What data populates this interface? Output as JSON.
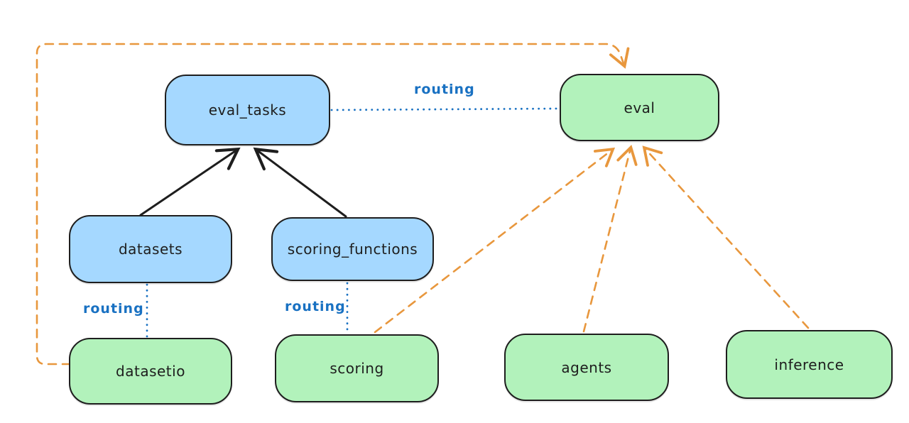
{
  "diagram": {
    "kind": "architecture-graph",
    "background": "#ffffff",
    "colors": {
      "api_box_fill": "#a5d8ff",
      "provider_box_fill": "#b2f2bb",
      "box_border": "#1e1e1e",
      "routing_link": "#1971c2",
      "dependency_arrow": "#e8973d",
      "solid_arrow": "#1e1e1e"
    },
    "nodes": {
      "eval_tasks": {
        "label": "eval_tasks",
        "fill": "#a5d8ff"
      },
      "eval": {
        "label": "eval",
        "fill": "#b2f2bb"
      },
      "datasets": {
        "label": "datasets",
        "fill": "#a5d8ff"
      },
      "scoring_functions": {
        "label": "scoring_functions",
        "fill": "#a5d8ff"
      },
      "datasetio": {
        "label": "datasetio",
        "fill": "#b2f2bb"
      },
      "scoring": {
        "label": "scoring",
        "fill": "#b2f2bb"
      },
      "agents": {
        "label": "agents",
        "fill": "#b2f2bb"
      },
      "inference": {
        "label": "inference",
        "fill": "#b2f2bb"
      }
    },
    "edge_labels": {
      "top": "routing",
      "left": "routing",
      "middle": "routing"
    },
    "edges": [
      {
        "from": "datasets",
        "to": "eval_tasks",
        "style": "solid",
        "color": "#1e1e1e",
        "arrowhead": "open-v"
      },
      {
        "from": "scoring_functions",
        "to": "eval_tasks",
        "style": "solid",
        "color": "#1e1e1e",
        "arrowhead": "open-v"
      },
      {
        "from": "eval_tasks",
        "to": "eval",
        "style": "dotted",
        "color": "#1971c2",
        "label": "routing",
        "arrowhead": "none"
      },
      {
        "from": "datasets",
        "to": "datasetio",
        "style": "dotted",
        "color": "#1971c2",
        "label": "routing",
        "arrowhead": "none"
      },
      {
        "from": "scoring_functions",
        "to": "scoring",
        "style": "dotted",
        "color": "#1971c2",
        "label": "routing",
        "arrowhead": "none"
      },
      {
        "from": "datasetio",
        "to": "eval",
        "style": "dashed",
        "color": "#e8973d",
        "arrowhead": "open-v",
        "route": "left-edge-then-top"
      },
      {
        "from": "scoring",
        "to": "eval",
        "style": "dashed",
        "color": "#e8973d",
        "arrowhead": "open-v"
      },
      {
        "from": "agents",
        "to": "eval",
        "style": "dashed",
        "color": "#e8973d",
        "arrowhead": "open-v"
      },
      {
        "from": "inference",
        "to": "eval",
        "style": "dashed",
        "color": "#e8973d",
        "arrowhead": "open-v"
      }
    ]
  }
}
